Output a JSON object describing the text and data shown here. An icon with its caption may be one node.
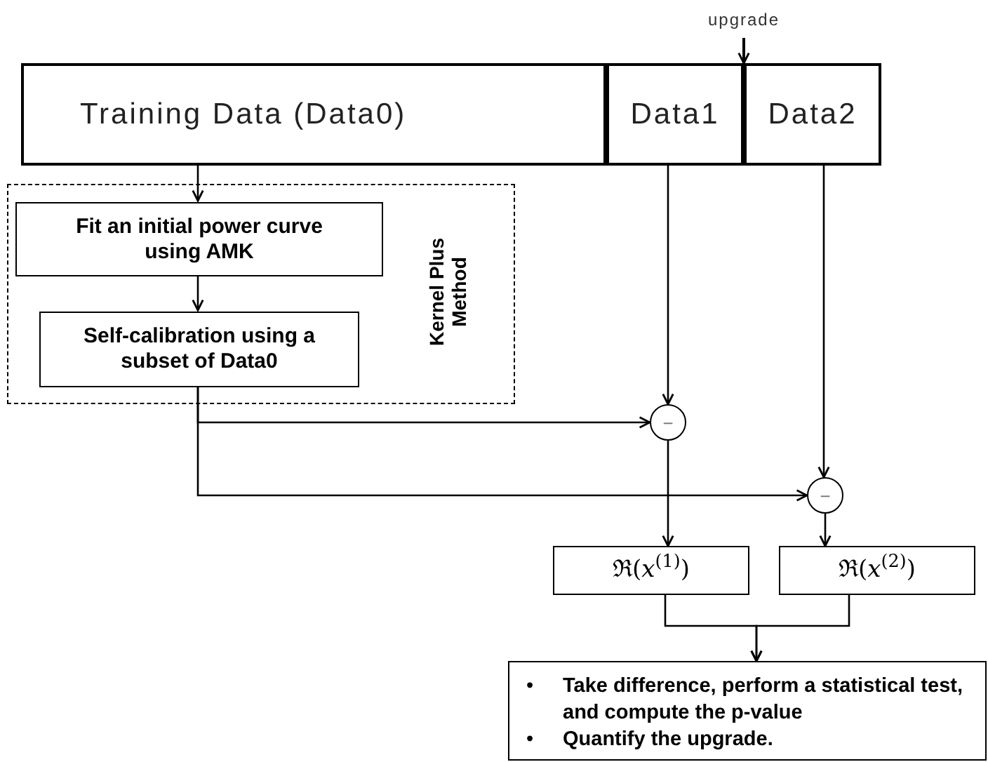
{
  "diagram": {
    "nodes": [
      {
        "text": [
          "Training Data (Data0)"
        ]
      },
      {
        "text": [
          "Data1"
        ]
      },
      {
        "text": [
          "Data2"
        ]
      },
      {
        "text": [
          "upgrade"
        ]
      },
      {
        "text": [
          "Kernel Plus Method"
        ]
      },
      {
        "text": [
          "Fit an initial power curve using AMK"
        ],
        "in": 4
      },
      {
        "text": [
          "Self-calibration using a subset of Data0"
        ],
        "in": 4
      },
      {
        "text": [
          "−"
        ]
      },
      {
        "text": [
          "−"
        ]
      },
      {
        "text": [
          "ℜ(*x*$^{(1)}$)"
        ]
      },
      {
        "text": [
          "ℜ(*x*$^{(2)}$)"
        ]
      },
      {
        "text": [
          "•",
          "Take difference, perform a statistical test, and compute the p-value",
          "•",
          "Quantify the upgrade."
        ]
      }
    ],
    "edges": [
      {
        "from": 0,
        "to": 5,
        "arrow": "to"
      },
      {
        "from": 5,
        "to": 6,
        "arrow": "to"
      },
      {
        "from": 6,
        "to": 7,
        "arrow": "to"
      },
      {
        "from": 6,
        "to": 8,
        "arrow": "to"
      },
      {
        "from": 1,
        "to": 7,
        "arrow": "to"
      },
      {
        "from": 2,
        "to": 8,
        "arrow": "to"
      },
      {
        "from": 7,
        "to": 9,
        "arrow": "to"
      },
      {
        "from": 8,
        "to": 10,
        "arrow": "to"
      },
      {
        "from": 9,
        "to": 11,
        "arrow": "to"
      },
      {
        "from": 10,
        "to": 11,
        "arrow": "to"
      },
      {
        "from": 3,
        "to": null,
        "arrow": "to"
      }
    ]
  }
}
